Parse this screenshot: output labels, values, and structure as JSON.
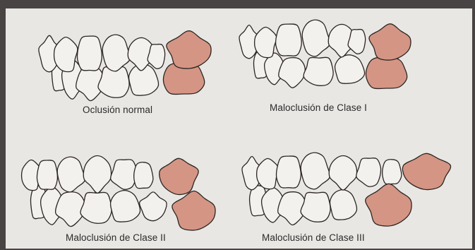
{
  "panels": [
    {
      "caption": "Oclusión normal"
    },
    {
      "caption": "Maloclusión de Clase I"
    },
    {
      "caption": "Maloclusión de Clase II"
    },
    {
      "caption": "Maloclusión de Clase III"
    }
  ],
  "colors": {
    "page": "#e9e7e4",
    "frame": "#474443",
    "tooth_outline": "#2b2624",
    "tooth_fill": "#f3f1ee",
    "molar_fill": "#d59584",
    "caption_text": "#2c2a29"
  }
}
